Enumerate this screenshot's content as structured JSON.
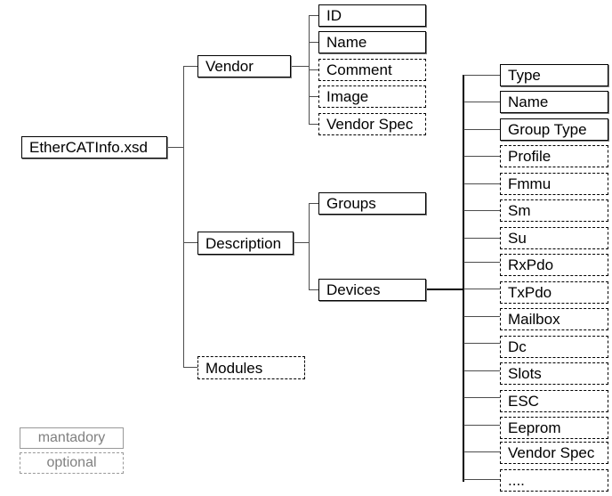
{
  "diagram": {
    "title": "EtherCATInfo.xsd",
    "type": "tree",
    "colors": {
      "box_border_mandatory": "#000000",
      "box_border_optional": "#000000",
      "box_shadow": "#808080",
      "connector": "#4d4d4d",
      "connector_emphasis": "#000000",
      "text": "#000000",
      "legend_text": "#808080",
      "background": "#ffffff"
    },
    "root": {
      "label": "EtherCATInfo.xsd",
      "kind": "mandatory"
    },
    "level1": [
      {
        "label": "Vendor",
        "kind": "mandatory"
      },
      {
        "label": "Description",
        "kind": "mandatory"
      },
      {
        "label": "Modules",
        "kind": "optional"
      }
    ],
    "vendor_children": [
      {
        "label": "ID",
        "kind": "mandatory"
      },
      {
        "label": "Name",
        "kind": "mandatory"
      },
      {
        "label": "Comment",
        "kind": "optional"
      },
      {
        "label": "Image",
        "kind": "optional"
      },
      {
        "label": "Vendor Spec",
        "kind": "optional"
      }
    ],
    "description_children": [
      {
        "label": "Groups",
        "kind": "mandatory"
      },
      {
        "label": "Devices",
        "kind": "mandatory"
      }
    ],
    "devices_children": [
      {
        "label": "Type",
        "kind": "mandatory"
      },
      {
        "label": "Name",
        "kind": "mandatory"
      },
      {
        "label": "Group Type",
        "kind": "mandatory"
      },
      {
        "label": "Profile",
        "kind": "optional"
      },
      {
        "label": "Fmmu",
        "kind": "optional"
      },
      {
        "label": "Sm",
        "kind": "optional"
      },
      {
        "label": "Su",
        "kind": "optional"
      },
      {
        "label": "RxPdo",
        "kind": "optional"
      },
      {
        "label": "TxPdo",
        "kind": "optional"
      },
      {
        "label": "Mailbox",
        "kind": "optional"
      },
      {
        "label": "Dc",
        "kind": "optional"
      },
      {
        "label": "Slots",
        "kind": "optional"
      },
      {
        "label": "ESC",
        "kind": "optional"
      },
      {
        "label": "Eeprom",
        "kind": "optional"
      },
      {
        "label": "Vendor Spec",
        "kind": "optional"
      },
      {
        "label": "....",
        "kind": "optional"
      }
    ],
    "legend": [
      {
        "label": "mantadory",
        "kind": "mandatory"
      },
      {
        "label": "optional",
        "kind": "optional"
      }
    ]
  }
}
